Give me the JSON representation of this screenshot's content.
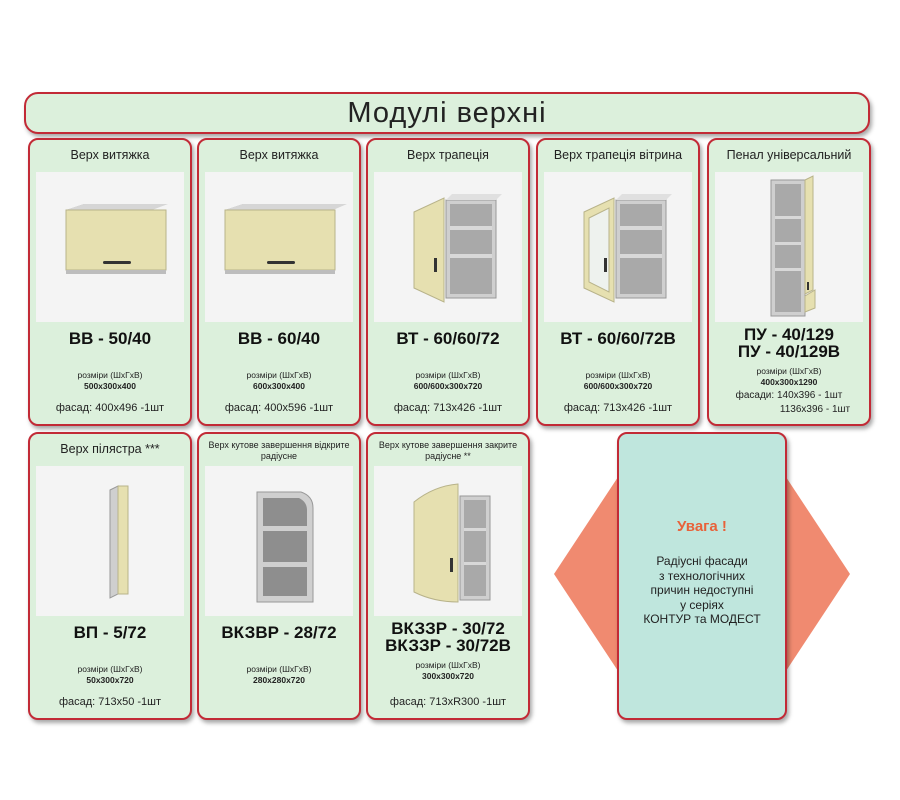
{
  "title": "Модулі верхні",
  "cards": [
    {
      "head": "Верх витяжка",
      "code1": "ВВ - 50/40",
      "code2": "",
      "dim_label": "розміри (ШхГхВ)",
      "dim": "500x300x400",
      "facade1": "фасад: 400x496 -1шт",
      "facade2": ""
    },
    {
      "head": "Верх витяжка",
      "code1": "ВВ - 60/40",
      "code2": "",
      "dim_label": "розміри (ШхГхВ)",
      "dim": "600x300x400",
      "facade1": "фасад: 400x596 -1шт",
      "facade2": ""
    },
    {
      "head": "Верх трапеція",
      "code1": "ВТ - 60/60/72",
      "code2": "",
      "dim_label": "розміри (ШхГхВ)",
      "dim": "600/600x300x720",
      "facade1": "фасад: 713x426 -1шт",
      "facade2": ""
    },
    {
      "head": "Верх трапеція вітрина",
      "code1": "ВТ - 60/60/72В",
      "code2": "",
      "dim_label": "розміри (ШхГхВ)",
      "dim": "600/600x300x720",
      "facade1": "фасад: 713x426 -1шт",
      "facade2": ""
    },
    {
      "head": "Пенал універсальний",
      "code1": "ПУ - 40/129",
      "code2": "ПУ - 40/129В",
      "dim_label": "розміри (ШхГхВ)",
      "dim": "400x300x1290",
      "facade1": "фасади: 140x396 - 1шт",
      "facade2": "1136x396 - 1шт"
    },
    {
      "head": "Верх пілястра ***",
      "code1": "ВП - 5/72",
      "code2": "",
      "dim_label": "розміри (ШхГхВ)",
      "dim": "50x300x720",
      "facade1": "фасад: 713x50 -1шт",
      "facade2": ""
    },
    {
      "head": "Верх кутове завершення відкрите радіусне",
      "code1": "ВКЗВР - 28/72",
      "code2": "",
      "dim_label": "розміри (ШхГхВ)",
      "dim": "280x280x720",
      "facade1": "",
      "facade2": ""
    },
    {
      "head": "Верх кутове завершення закрите радіусне **",
      "code1": "ВКЗЗР - 30/72",
      "code2": "ВКЗЗР - 30/72В",
      "dim_label": "розміри (ШхГхВ)",
      "dim": "300x300x720",
      "facade1": "фасад: 713xR300 -1шт",
      "facade2": ""
    }
  ],
  "notice": {
    "title": "Увага !",
    "lines": [
      "Радіусні фасади",
      "з технологічних",
      "причин недоступні",
      "у серіях",
      "КОНТУР та МОДЕСТ"
    ]
  },
  "colors": {
    "card_bg": "#dcf0dc",
    "border": "#c22a36",
    "notice_bg": "#bfe6dd",
    "arrow": "#f08a70",
    "facade": "#e6e0b0",
    "body": "#c9c9c9"
  }
}
